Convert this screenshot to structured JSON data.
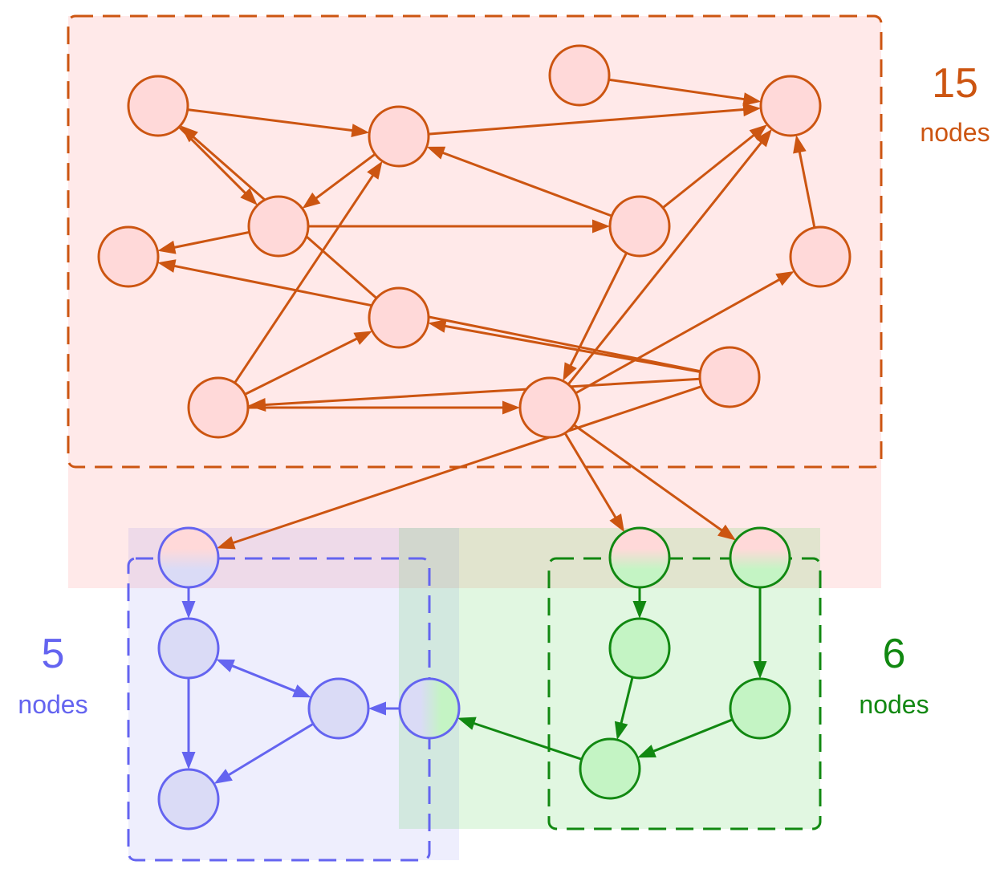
{
  "colors": {
    "orange": "#cc5511",
    "orange_fill": "#ffd9d9",
    "orange_region": "#ffe9e9",
    "blue": "#6464f0",
    "blue_fill": "#dadbf6",
    "blue_region": "#eeeefa",
    "green": "#118811",
    "green_fill": "#c4f4c4",
    "green_region": "#def7de"
  },
  "groups": [
    {
      "id": "orange",
      "count": "15",
      "unit": "nodes"
    },
    {
      "id": "blue",
      "count": "5",
      "unit": "nodes"
    },
    {
      "id": "green",
      "count": "6",
      "unit": "nodes"
    }
  ],
  "nodes": [
    {
      "id": "o1",
      "group": "orange"
    },
    {
      "id": "o2",
      "group": "orange"
    },
    {
      "id": "o3",
      "group": "orange"
    },
    {
      "id": "o4",
      "group": "orange"
    },
    {
      "id": "o5",
      "group": "orange"
    },
    {
      "id": "o6",
      "group": "orange"
    },
    {
      "id": "o7",
      "group": "orange"
    },
    {
      "id": "o8",
      "group": "orange"
    },
    {
      "id": "o9",
      "group": "orange"
    },
    {
      "id": "o10",
      "group": "orange"
    },
    {
      "id": "o11",
      "group": "orange"
    },
    {
      "id": "o12",
      "group": "orange"
    },
    {
      "id": "o13",
      "group": "orange"
    },
    {
      "id": "b1",
      "group": "blue",
      "shared_with": "orange"
    },
    {
      "id": "b2",
      "group": "blue"
    },
    {
      "id": "b3",
      "group": "blue"
    },
    {
      "id": "b4",
      "group": "blue"
    },
    {
      "id": "b5",
      "group": "blue",
      "shared_with": "green"
    },
    {
      "id": "g1",
      "group": "green",
      "shared_with": "orange"
    },
    {
      "id": "g2",
      "group": "green",
      "shared_with": "orange"
    },
    {
      "id": "g3",
      "group": "green"
    },
    {
      "id": "g4",
      "group": "green"
    },
    {
      "id": "g5",
      "group": "green"
    }
  ],
  "edges": [
    {
      "from": "o1",
      "to": "o2",
      "color": "orange"
    },
    {
      "from": "o3",
      "to": "o4",
      "color": "orange"
    },
    {
      "from": "o1",
      "to": "o5",
      "color": "orange"
    },
    {
      "from": "o2",
      "to": "o5",
      "color": "orange"
    },
    {
      "from": "o2",
      "to": "o4",
      "color": "orange"
    },
    {
      "from": "o5",
      "to": "o6",
      "color": "orange"
    },
    {
      "from": "o7",
      "to": "o2",
      "color": "orange"
    },
    {
      "from": "o7",
      "to": "o4",
      "color": "orange"
    },
    {
      "from": "o5",
      "to": "o7",
      "color": "orange"
    },
    {
      "from": "o8",
      "to": "o1",
      "color": "orange"
    },
    {
      "from": "o9",
      "to": "o2",
      "color": "orange"
    },
    {
      "from": "o9",
      "to": "o8",
      "color": "orange"
    },
    {
      "from": "o9",
      "to": "o12",
      "color": "orange"
    },
    {
      "from": "o7",
      "to": "o12",
      "color": "orange"
    },
    {
      "from": "o10",
      "to": "o4",
      "color": "orange"
    },
    {
      "from": "o12",
      "to": "o4",
      "color": "orange"
    },
    {
      "from": "o12",
      "to": "o10",
      "color": "orange"
    },
    {
      "from": "o11",
      "to": "o8",
      "color": "orange"
    },
    {
      "from": "o11",
      "to": "o9",
      "color": "orange"
    },
    {
      "from": "o11",
      "to": "o13",
      "color": "orange"
    },
    {
      "from": "o11",
      "to": "o6",
      "color": "orange"
    },
    {
      "from": "o13",
      "to": "o9",
      "color": "orange"
    },
    {
      "from": "o13",
      "to": "o7",
      "color": "orange"
    },
    {
      "from": "o12",
      "to": "o13",
      "color": "orange"
    },
    {
      "from": "o11",
      "to": "b1",
      "color": "orange"
    },
    {
      "from": "o13",
      "to": "g1",
      "color": "orange"
    },
    {
      "from": "o13",
      "to": "g2",
      "color": "orange"
    },
    {
      "from": "o12",
      "to": "g1",
      "color": "orange"
    },
    {
      "from": "o12",
      "to": "g2",
      "color": "orange"
    },
    {
      "from": "b1",
      "to": "b2",
      "color": "blue"
    },
    {
      "from": "b2",
      "to": "b4",
      "color": "blue"
    },
    {
      "from": "b2",
      "to": "b3",
      "color": "blue",
      "bidirectional": true
    },
    {
      "from": "b3",
      "to": "b4",
      "color": "blue"
    },
    {
      "from": "b5",
      "to": "b3",
      "color": "blue"
    },
    {
      "from": "g1",
      "to": "g3",
      "color": "green"
    },
    {
      "from": "g2",
      "to": "g4",
      "color": "green"
    },
    {
      "from": "g3",
      "to": "g5",
      "color": "green"
    },
    {
      "from": "g4",
      "to": "g5",
      "color": "green"
    },
    {
      "from": "g5",
      "to": "b5",
      "color": "green"
    }
  ]
}
